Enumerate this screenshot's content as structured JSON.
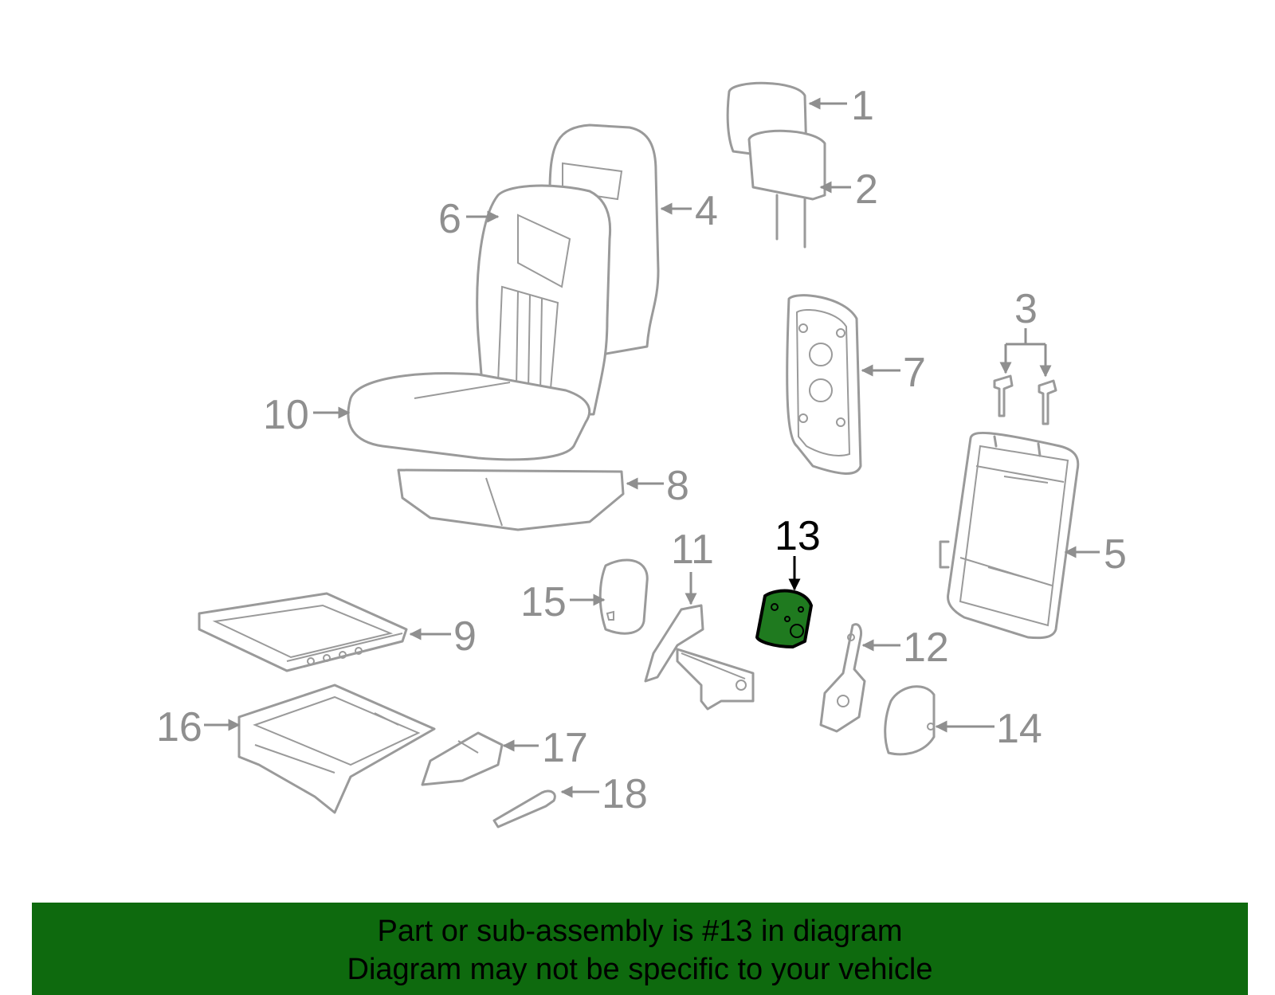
{
  "callouts": {
    "c1": "1",
    "c2": "2",
    "c3": "3",
    "c4": "4",
    "c5": "5",
    "c6": "6",
    "c7": "7",
    "c8": "8",
    "c9": "9",
    "c10": "10",
    "c11": "11",
    "c12": "12",
    "c13": "13",
    "c14": "14",
    "c15": "15",
    "c16": "16",
    "c17": "17",
    "c18": "18"
  },
  "highlight": {
    "part_number": "13",
    "color": "#1f7a1f"
  },
  "banner": {
    "line1": "Part or sub-assembly is #13 in diagram",
    "line2": "Diagram may not be specific to your vehicle",
    "background": "#0e6a0e"
  }
}
